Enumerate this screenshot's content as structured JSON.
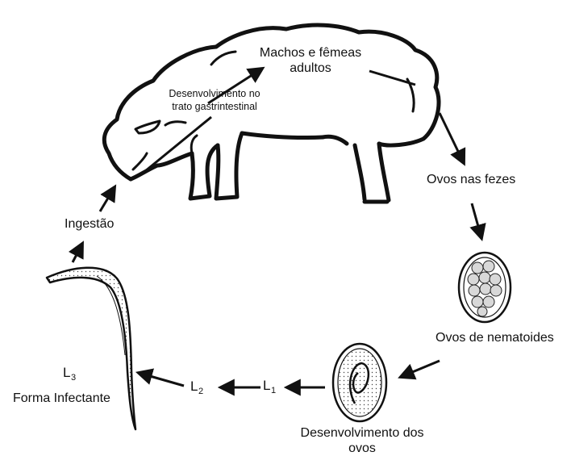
{
  "diagram": {
    "labels": {
      "adults": [
        "Machos e fêmeas",
        "adultos"
      ],
      "gi_development": [
        "Desenvolvimento no",
        "trato gastrintestinal"
      ],
      "eggs_feces": "Ovos nas fezes",
      "nematode_eggs": "Ovos de nematoides",
      "egg_development": [
        "Desenvolvimento dos",
        "ovos"
      ],
      "l1": {
        "letter": "L",
        "sub": "1"
      },
      "l2": {
        "letter": "L",
        "sub": "2"
      },
      "l3": {
        "letter": "L",
        "sub": "3"
      },
      "infective": "Forma Infectante",
      "ingestion": "Ingestão"
    }
  }
}
